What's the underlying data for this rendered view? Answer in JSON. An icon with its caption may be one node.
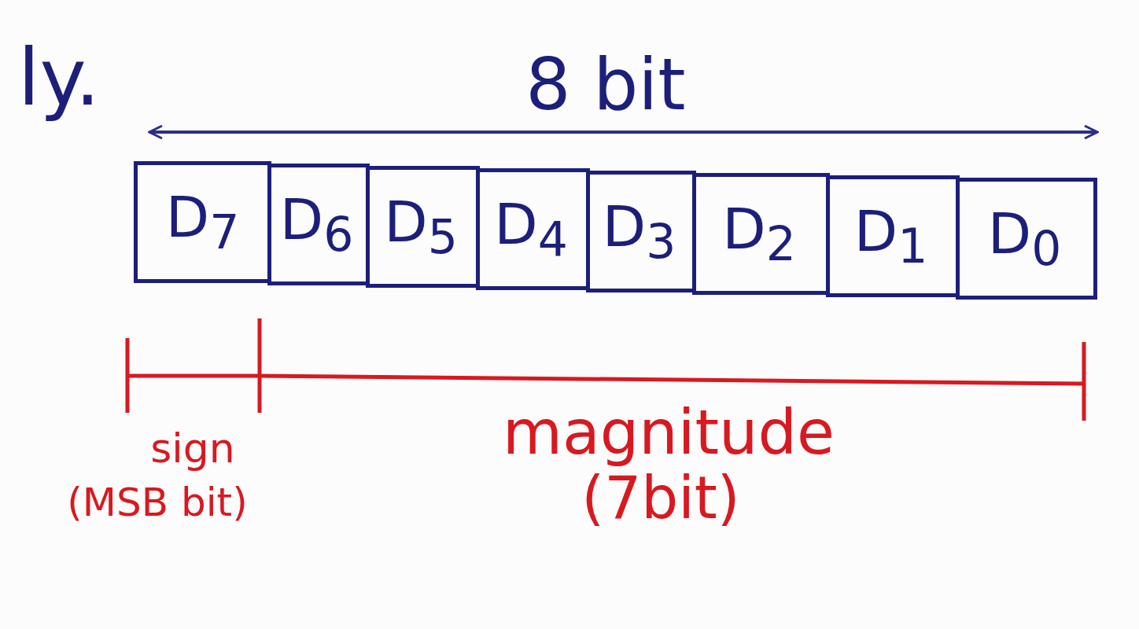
{
  "diagram": {
    "nodes": [
      {
        "text": [
          "D$_{7}$"
        ]
      },
      {
        "text": [
          "D$_{6}$"
        ]
      },
      {
        "text": [
          "D$_{5}$"
        ]
      },
      {
        "text": [
          "D$_{4}$"
        ]
      },
      {
        "text": [
          "D$_{3}$"
        ]
      },
      {
        "text": [
          "D$_{2}$"
        ]
      },
      {
        "text": [
          "D$_{1}$"
        ]
      },
      {
        "text": [
          "D$_{0}$"
        ]
      }
    ],
    "edges": [],
    "labels": [
      "ly.",
      "8 bit",
      "magnitude",
      "sign",
      "(7bit)",
      "(MSB bit)"
    ]
  }
}
